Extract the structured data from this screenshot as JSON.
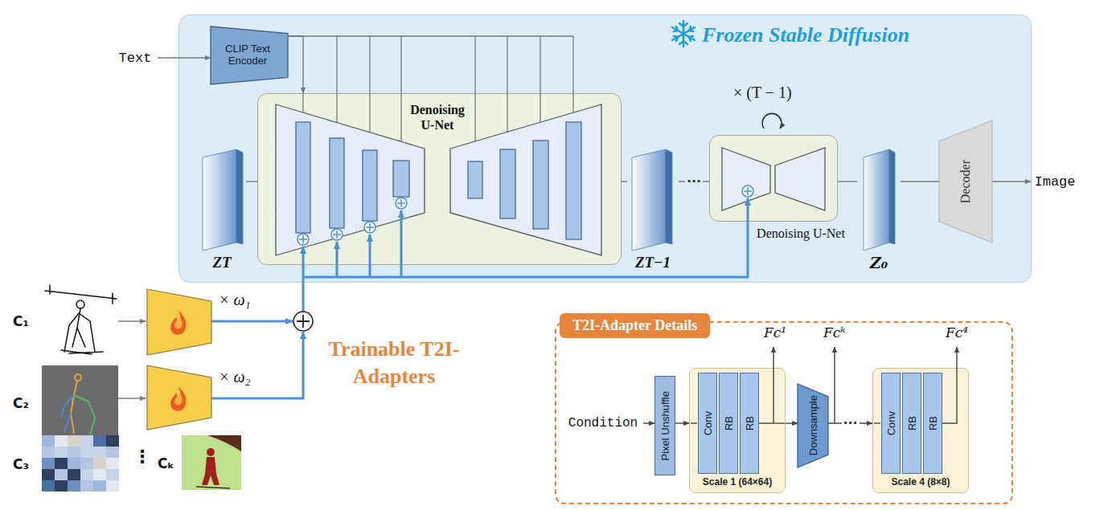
{
  "diagram": {
    "nodes": [
      {
        "text": [
          "Frozen Stable Diffusion"
        ]
      },
      {
        "text": [
          "Text"
        ]
      },
      {
        "text": [
          "CLIP Text Encoder"
        ],
        "in": 0
      },
      {
        "text": [
          "ZT"
        ],
        "in": 0
      },
      {
        "text": [
          "Denoising U-Net"
        ],
        "in": 0
      },
      {
        "text": [
          "ZT−1"
        ],
        "in": 0
      },
      {
        "text": [
          "Denoising U-Net"
        ],
        "in": 0
      },
      {
        "text": [
          "Z₀"
        ],
        "in": 0
      },
      {
        "text": [
          "Decoder"
        ],
        "in": 0
      },
      {
        "text": [
          "Image"
        ]
      },
      {
        "text": [
          "C₁"
        ]
      },
      {
        "text": [
          "C₂"
        ]
      },
      {
        "text": [
          "C₃"
        ]
      },
      {
        "text": [
          "Cₖ"
        ]
      },
      {
        "text": [
          "T2I-Adapter Details"
        ]
      },
      {
        "text": [
          "Condition"
        ],
        "in": 14
      },
      {
        "text": [
          "Pixel Unshuffle"
        ],
        "in": 14
      },
      {
        "text": [
          "Scale 1 (64×64)"
        ],
        "in": 14
      },
      {
        "text": [
          "Conv"
        ],
        "in": 17
      },
      {
        "text": [
          "RB"
        ],
        "in": 17
      },
      {
        "text": [
          "RB"
        ],
        "in": 17
      },
      {
        "text": [
          "Downsample"
        ],
        "in": 14
      },
      {
        "text": [
          "Scale 4 (8×8)"
        ],
        "in": 14
      },
      {
        "text": [
          "Conv"
        ],
        "in": 22
      },
      {
        "text": [
          "RB"
        ],
        "in": 22
      },
      {
        "text": [
          "RB"
        ],
        "in": 22
      }
    ],
    "edges": [
      {
        "from": 1,
        "to": 2,
        "arrow": "to"
      },
      {
        "from": 2,
        "to": 4,
        "arrow": "to"
      },
      {
        "from": 3,
        "to": 4,
        "arrow": "none"
      },
      {
        "from": 4,
        "to": 5,
        "arrow": "none"
      },
      {
        "from": 5,
        "to": 6,
        "arrow": "none",
        "label": "···"
      },
      {
        "from": 6,
        "to": 7,
        "arrow": "none"
      },
      {
        "from": 7,
        "to": 8,
        "arrow": "none"
      },
      {
        "from": 8,
        "to": 9,
        "arrow": "to"
      },
      {
        "from": 15,
        "to": 16,
        "arrow": "to"
      },
      {
        "from": 16,
        "to": 17,
        "arrow": "to"
      },
      {
        "from": 17,
        "to": 21,
        "arrow": "to"
      },
      {
        "from": 21,
        "to": 22,
        "arrow": "to",
        "label": "···"
      }
    ],
    "labels": [
      "× (T − 1)",
      "× ω₁",
      "× ω₂",
      "Trainable T2I-Adapters",
      "⋮",
      "Fc¹",
      "Fcᵏ",
      "Fc⁴"
    ]
  }
}
